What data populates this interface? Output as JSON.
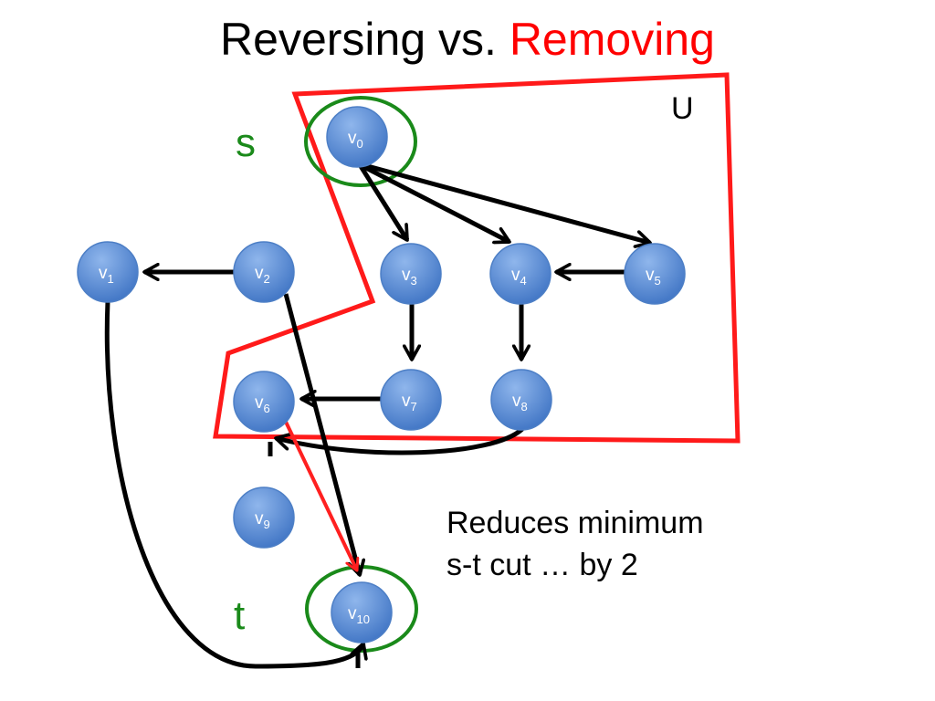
{
  "title": {
    "part1": "Reversing vs. ",
    "part2": "Removing",
    "accent_color": "#ff0000"
  },
  "labels": {
    "source": "s",
    "sink": "t",
    "set": "U"
  },
  "caption": {
    "line1": "Reduces minimum",
    "line2": "s-t cut … by 2"
  },
  "colors": {
    "node": "#5b8fd6",
    "edge": "#000000",
    "cut_region": "#ff0000",
    "terminal_ring": "#1a8a1a"
  },
  "nodes": [
    {
      "id": "v0",
      "base": "v",
      "sub": "0"
    },
    {
      "id": "v1",
      "base": "v",
      "sub": "1"
    },
    {
      "id": "v2",
      "base": "v",
      "sub": "2"
    },
    {
      "id": "v3",
      "base": "v",
      "sub": "3"
    },
    {
      "id": "v4",
      "base": "v",
      "sub": "4"
    },
    {
      "id": "v5",
      "base": "v",
      "sub": "5"
    },
    {
      "id": "v6",
      "base": "v",
      "sub": "6"
    },
    {
      "id": "v7",
      "base": "v",
      "sub": "7"
    },
    {
      "id": "v8",
      "base": "v",
      "sub": "8"
    },
    {
      "id": "v9",
      "base": "v",
      "sub": "9"
    },
    {
      "id": "v10",
      "base": "v",
      "sub": "10"
    }
  ],
  "edges": [
    {
      "from": "v0",
      "to": "v3"
    },
    {
      "from": "v0",
      "to": "v4"
    },
    {
      "from": "v0",
      "to": "v5"
    },
    {
      "from": "v2",
      "to": "v1"
    },
    {
      "from": "v5",
      "to": "v4"
    },
    {
      "from": "v3",
      "to": "v7"
    },
    {
      "from": "v4",
      "to": "v8"
    },
    {
      "from": "v7",
      "to": "v6"
    },
    {
      "from": "v2",
      "to": "v10"
    },
    {
      "from": "v8",
      "to": "v6"
    },
    {
      "from": "v1",
      "to": "v10"
    },
    {
      "from": "v6",
      "to": "v10",
      "style": "reversed"
    }
  ],
  "terminals": {
    "source": "v0",
    "sink": "v10"
  }
}
